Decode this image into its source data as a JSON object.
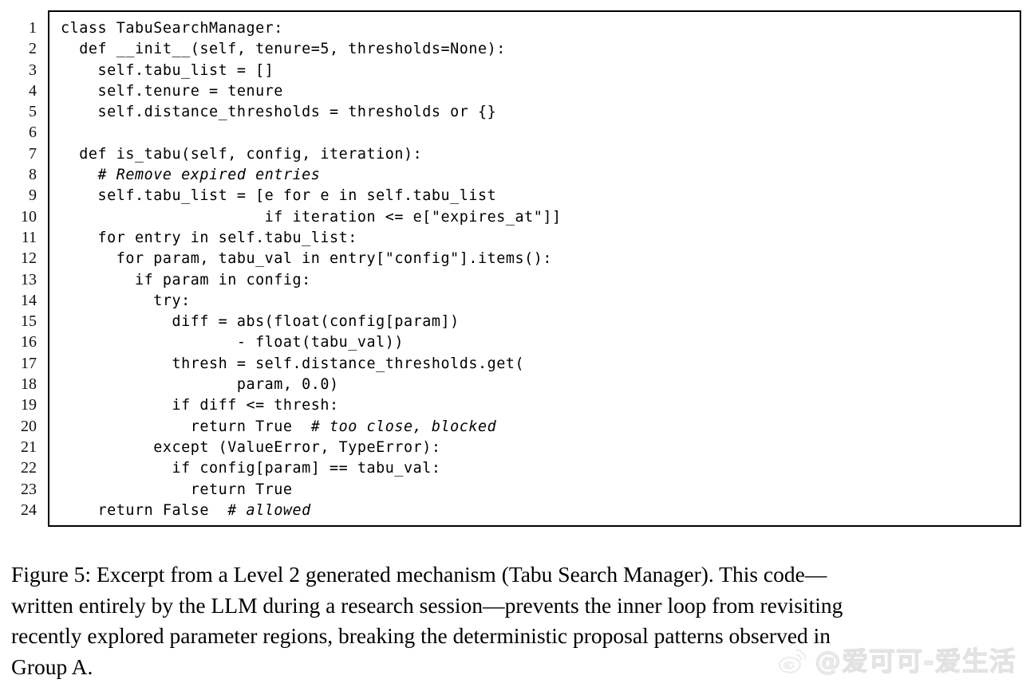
{
  "figure": {
    "code_listing": {
      "language": "python",
      "lines": [
        {
          "n": "1",
          "code": "class TabuSearchManager:"
        },
        {
          "n": "2",
          "code": "  def __init__(self, tenure=5, thresholds=None):"
        },
        {
          "n": "3",
          "code": "    self.tabu_list = []"
        },
        {
          "n": "4",
          "code": "    self.tenure = tenure"
        },
        {
          "n": "5",
          "code": "    self.distance_thresholds = thresholds or {}"
        },
        {
          "n": "6",
          "code": ""
        },
        {
          "n": "7",
          "code": "  def is_tabu(self, config, iteration):"
        },
        {
          "n": "8",
          "code": "    ",
          "comment": "# Remove expired entries"
        },
        {
          "n": "9",
          "code": "    self.tabu_list = [e for e in self.tabu_list"
        },
        {
          "n": "10",
          "code": "                      if iteration <= e[\"expires_at\"]]"
        },
        {
          "n": "11",
          "code": "    for entry in self.tabu_list:"
        },
        {
          "n": "12",
          "code": "      for param, tabu_val in entry[\"config\"].items():"
        },
        {
          "n": "13",
          "code": "        if param in config:"
        },
        {
          "n": "14",
          "code": "          try:"
        },
        {
          "n": "15",
          "code": "            diff = abs(float(config[param])"
        },
        {
          "n": "16",
          "code": "                   - float(tabu_val))"
        },
        {
          "n": "17",
          "code": "            thresh = self.distance_thresholds.get("
        },
        {
          "n": "18",
          "code": "                   param, 0.0)"
        },
        {
          "n": "19",
          "code": "            if diff <= thresh:"
        },
        {
          "n": "20",
          "code": "              return True  ",
          "comment": "# too close, blocked"
        },
        {
          "n": "21",
          "code": "          except (ValueError, TypeError):"
        },
        {
          "n": "22",
          "code": "            if config[param] == tabu_val:"
        },
        {
          "n": "23",
          "code": "              return True"
        },
        {
          "n": "24",
          "code": "    return False  ",
          "comment": "# allowed"
        }
      ]
    },
    "caption": {
      "lines": [
        "Figure 5: Excerpt from a Level 2 generated mechanism (Tabu Search Manager). This code—",
        "written entirely by the LLM during a research session—prevents the inner loop from revisiting",
        "recently explored parameter regions, breaking the deterministic proposal patterns observed in",
        "Group A."
      ],
      "full_text": "Figure 5: Excerpt from a Level 2 generated mechanism (Tabu Search Manager). This code—written entirely by the LLM during a research session—prevents the inner loop from revisiting recently explored parameter regions, breaking the deterministic proposal patterns observed in Group A."
    }
  },
  "watermark": {
    "handle": "@爱可可-爱生活",
    "logo_name": "weibo-logo-icon",
    "color": "#ECEAEA"
  }
}
